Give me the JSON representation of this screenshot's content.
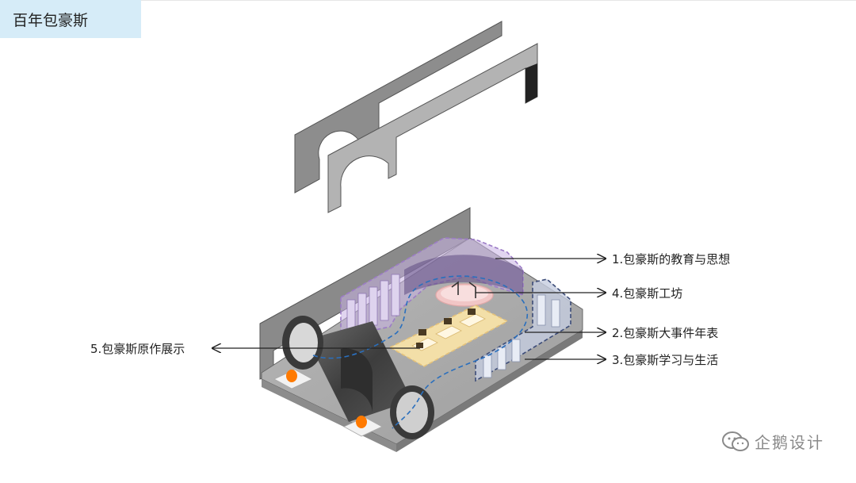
{
  "header": {
    "title": "百年包豪斯"
  },
  "labels": {
    "education": "1.包豪斯的教育与思想",
    "workshop": "4.包豪斯工坊",
    "timeline": "2.包豪斯大事件年表",
    "life": "3.包豪斯学习与生活",
    "originals": "5.包豪斯原作展示"
  },
  "watermark": {
    "text": "企鹅设计",
    "icon": "wechat-icon"
  },
  "colors": {
    "zone_education": "#9c7cc6",
    "zone_timeline": "#e5c27a",
    "zone_life": "#3c4c78",
    "zone_workshop": "#f1c6c6",
    "path": "#2a6fbd",
    "lamp": "#ff7a00"
  }
}
